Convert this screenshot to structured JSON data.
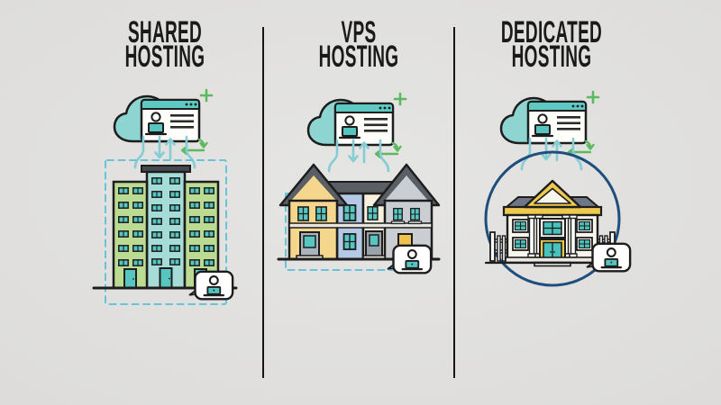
{
  "infographic": {
    "title": "Hosting types comparison",
    "columns": [
      {
        "key": "shared",
        "title_line1": "SHARED",
        "title_line2": "HOSTING",
        "illustration": "apartment-building",
        "building_colors": [
          "#bcdb92",
          "#a6dcd7"
        ],
        "has_dashed_selection_box": true,
        "has_circle": false
      },
      {
        "key": "vps",
        "title_line1": "VPS",
        "title_line2": "HOSTING",
        "illustration": "row-of-townhouses",
        "building_colors": [
          "#f4d78d",
          "#b4c9e6",
          "#f6f0dc",
          "#cacdd1"
        ],
        "has_dashed_selection_box": true,
        "has_circle": false
      },
      {
        "key": "dedicated",
        "title_line1": "DEDICATED",
        "title_line2": "HOSTING",
        "illustration": "mansion-in-circle",
        "building_colors": [
          "#f8f5ec",
          "#eec94f"
        ],
        "has_dashed_selection_box": false,
        "has_circle": true
      }
    ],
    "icons": {
      "cloud_browser": "cloud-browser-icon",
      "traffic_arrows": "traffic-arrows-icon",
      "user_bubble": "user-laptop-bubble-icon",
      "plus": "plus-icon",
      "sync_arrow": "sync-return-arrow-icon"
    },
    "colors": {
      "background": "#dedddb",
      "outline": "#1d1d1d",
      "divider": "#151515",
      "title_text": "#1a1a1a",
      "teal_window": "#57c6c0",
      "teal_tower": "#a6dcd7",
      "teal_cloud": "#8ed4d0",
      "teal_browser_bar": "#5ec8c2",
      "green_accent": "#5bb95f",
      "arrow_blue": "#86ccd5",
      "dashed_border_blue": "#66c3d8",
      "building_green": "#bcdb92",
      "house_yellow": "#f4d78d",
      "house_blue": "#b4c9e6",
      "house_cream": "#f6f0dc",
      "house_gray": "#cacdd1",
      "roof_dark_gray": "#5a5f66",
      "mansion_gold": "#eec94f",
      "mansion_wall": "#f8f5ec",
      "mansion_roof_gray": "#6e7787",
      "circle_navy": "#1e4e7d"
    }
  }
}
